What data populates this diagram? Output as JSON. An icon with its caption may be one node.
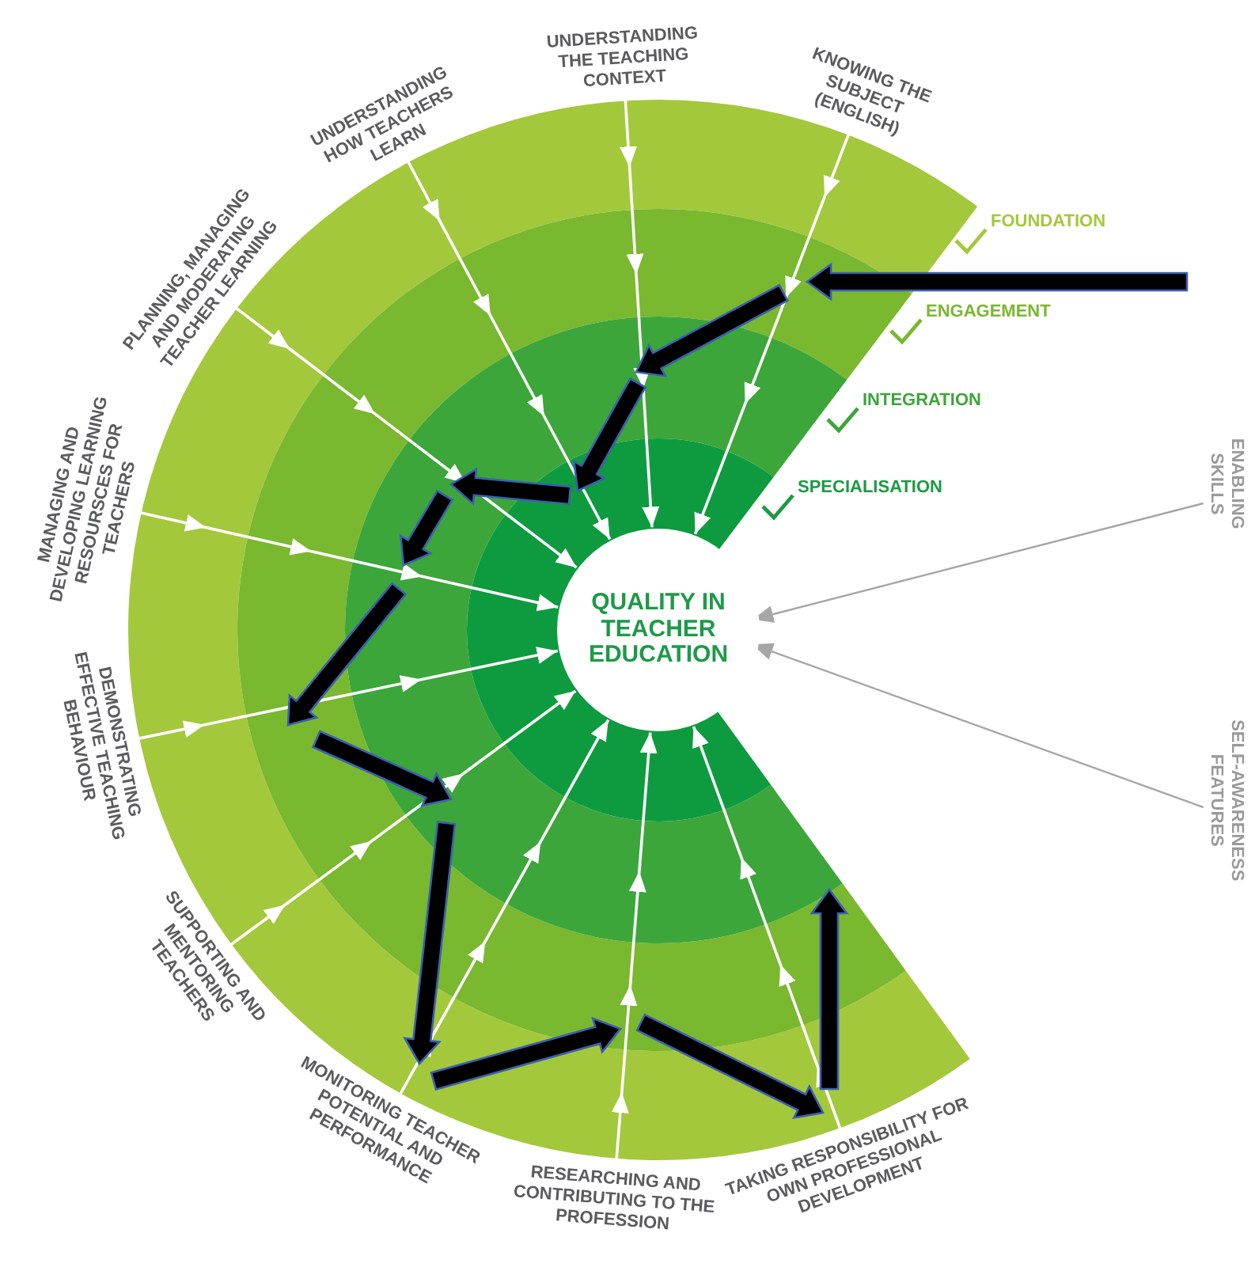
{
  "diagram": {
    "nodes": [
      {
        "text": [
          "KNOWING THE SUBJECT (ENGLISH)"
        ]
      },
      {
        "text": [
          "UNDERSTANDING THE TEACHING CONTEXT"
        ]
      },
      {
        "text": [
          "UNDERSTANDING HOW TEACHERS LEARN"
        ]
      },
      {
        "text": [
          "PLANNING, MANAGING AND MODERATING TEACHER LEARNING"
        ]
      },
      {
        "text": [
          "MANAGING AND DEVELOPING LEARNING RESOURSCES FOR TEACHERS"
        ]
      },
      {
        "text": [
          "DEMONSTRATING EFFECTIVE TEACHING BEHAVIOUR"
        ]
      },
      {
        "text": [
          "SUPPORTING AND MENTORING TEACHERS"
        ]
      },
      {
        "text": [
          "MONITORING TEACHER POTENTIAL AND PERFORMANCE"
        ]
      },
      {
        "text": [
          "RESEARCHING AND CONTRIBUTING TO THE PROFESSION"
        ]
      },
      {
        "text": [
          "TAKING RESPONSIBILITY FOR OWN PROFESSIONAL DEVELOPMENT"
        ]
      },
      {
        "text": [
          "QUALITY IN TEACHER EDUCATION"
        ]
      },
      {
        "text": [
          "ENABLING SKILLS"
        ]
      },
      {
        "text": [
          "SELF-AWARENESS FEATURES"
        ]
      }
    ],
    "edges": [
      {
        "from": 0,
        "to": 10,
        "arrow": "to"
      },
      {
        "from": 1,
        "to": 10,
        "arrow": "to"
      },
      {
        "from": 2,
        "to": 10,
        "arrow": "to"
      },
      {
        "from": 3,
        "to": 10,
        "arrow": "to"
      },
      {
        "from": 4,
        "to": 10,
        "arrow": "to"
      },
      {
        "from": 5,
        "to": 10,
        "arrow": "to"
      },
      {
        "from": 6,
        "to": 10,
        "arrow": "to"
      },
      {
        "from": 7,
        "to": 10,
        "arrow": "to"
      },
      {
        "from": 8,
        "to": 10,
        "arrow": "to"
      },
      {
        "from": 9,
        "to": 10,
        "arrow": "to"
      },
      {
        "from": 11,
        "to": 10,
        "arrow": "to",
        "color": "#a6a6a6"
      },
      {
        "from": 12,
        "to": 10,
        "arrow": "to",
        "color": "#a6a6a6"
      }
    ],
    "labels": [
      "FOUNDATION",
      "ENGAGEMENT",
      "INTEGRATION",
      "SPECIALISATION"
    ]
  }
}
